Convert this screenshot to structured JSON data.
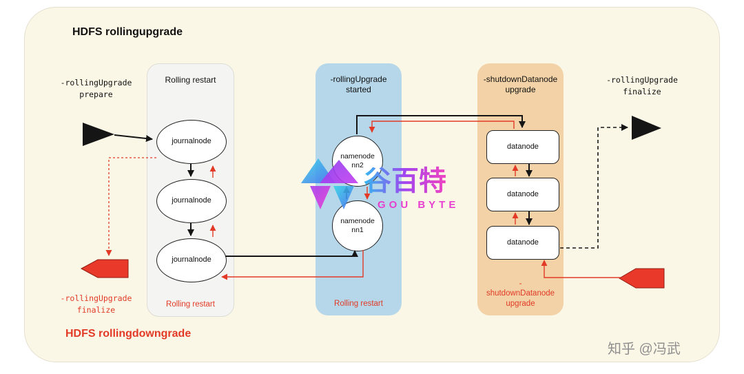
{
  "title": "HDFS rollingupgrade",
  "downgrade_title": "HDFS rollingdowngrade",
  "commands": {
    "prepare": "-rollingUpgrade\nprepare",
    "finalize_left": "-rollingUpgrade\nfinalize",
    "finalize_right": "-rollingUpgrade\nfinalize"
  },
  "panels": [
    {
      "header": "Rolling restart",
      "footer": "Rolling restart",
      "nodes": [
        "journalnode",
        "journalnode",
        "journalnode"
      ]
    },
    {
      "header": "-rollingUpgrade\nstarted",
      "footer": "Rolling restart",
      "nodes": [
        "namenode\nnn2",
        "namenode\nnn1"
      ]
    },
    {
      "header": "-shutdownDatanode\nupgrade",
      "footer": "-\nshutdownDatanode\nupgrade",
      "nodes": [
        "datanode",
        "datanode",
        "datanode"
      ]
    }
  ],
  "watermark": {
    "cn": "谷百特",
    "en": "GOU BYTE"
  },
  "credit": "知乎 @冯武",
  "colors": {
    "canvas_bg": "#fbf7e6",
    "panel_gray": "#f4f4f2",
    "panel_blue": "#b6d7e9",
    "panel_tan": "#f2d2a6",
    "accent_red": "#e23a26",
    "flow_black": "#151515",
    "watermark_cyan": "#35d6e8",
    "watermark_purple": "#8a3bf0",
    "watermark_magenta": "#f03bd0"
  }
}
